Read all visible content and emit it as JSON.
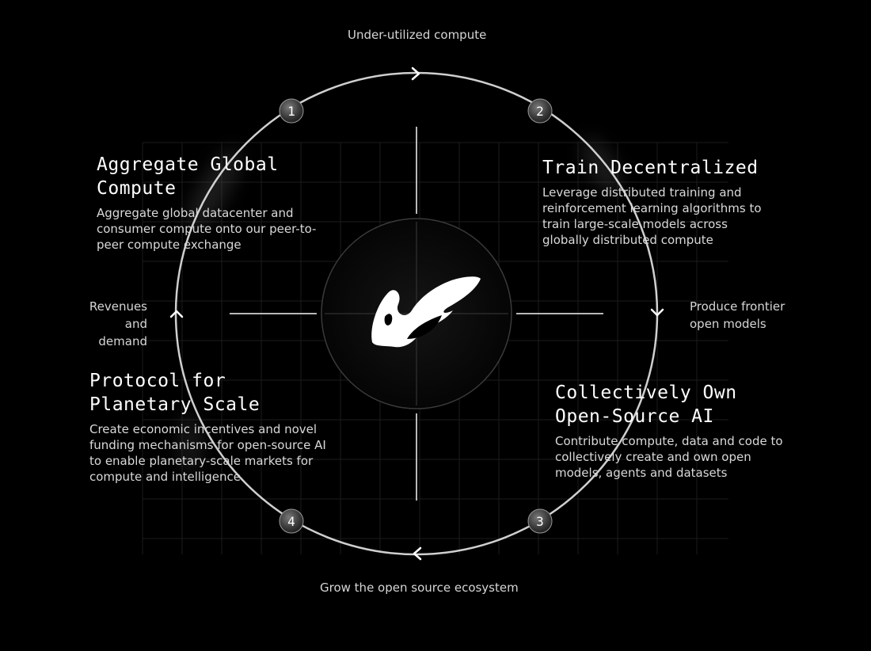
{
  "flow_labels": {
    "top": "Under-utilized compute",
    "right": [
      "Produce frontier",
      "open models"
    ],
    "bottom": "Grow the open source ecosystem",
    "left": [
      "Revenues",
      "and demand"
    ]
  },
  "stages": [
    {
      "number": "1",
      "title": [
        "Aggregate Global",
        "Compute"
      ],
      "description": "Aggregate global datacenter and consumer compute onto our peer-to-peer compute exchange"
    },
    {
      "number": "2",
      "title": [
        "Train Decentralized"
      ],
      "description": "Leverage distributed training and reinforcement learning algorithms to train large-scale models across globally distributed compute"
    },
    {
      "number": "3",
      "title": [
        "Collectively Own",
        "Open-Source AI"
      ],
      "description": "Contribute compute, data and code to collectively create and own open models, agents and datasets"
    },
    {
      "number": "4",
      "title": [
        "Protocol for",
        "Planetary Scale"
      ],
      "description": "Create economic incentives and novel funding mechanisms for open-source AI to enable planetary-scale markets for compute and intelligence"
    }
  ],
  "colors": {
    "background": "#000000",
    "ring": "#e6e6e6",
    "grid": "#1c1c1c",
    "text": "#ffffff",
    "muted_text": "#d6d6d6"
  },
  "icons": {
    "center": "brand-logo-icon",
    "arrows": [
      "chevron-right-icon",
      "chevron-down-icon",
      "chevron-left-icon",
      "chevron-up-icon"
    ]
  }
}
